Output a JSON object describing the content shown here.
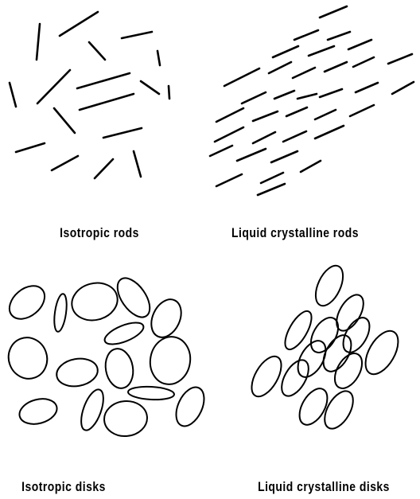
{
  "panels": [
    {
      "id": "isotropic-rods",
      "caption": "Isotropic rods",
      "particle": "rod",
      "arrangement": "random"
    },
    {
      "id": "liquid-crystalline-rods",
      "caption": "Liquid crystalline rods",
      "particle": "rod",
      "arrangement": "aligned"
    },
    {
      "id": "isotropic-disks",
      "caption": "Isotropic disks",
      "particle": "disk",
      "arrangement": "random"
    },
    {
      "id": "liquid-crystalline-disks",
      "caption": "Liquid crystalline disks",
      "particle": "disk",
      "arrangement": "aligned"
    }
  ],
  "colors": {
    "ink": "#000000",
    "background": "#ffffff"
  }
}
